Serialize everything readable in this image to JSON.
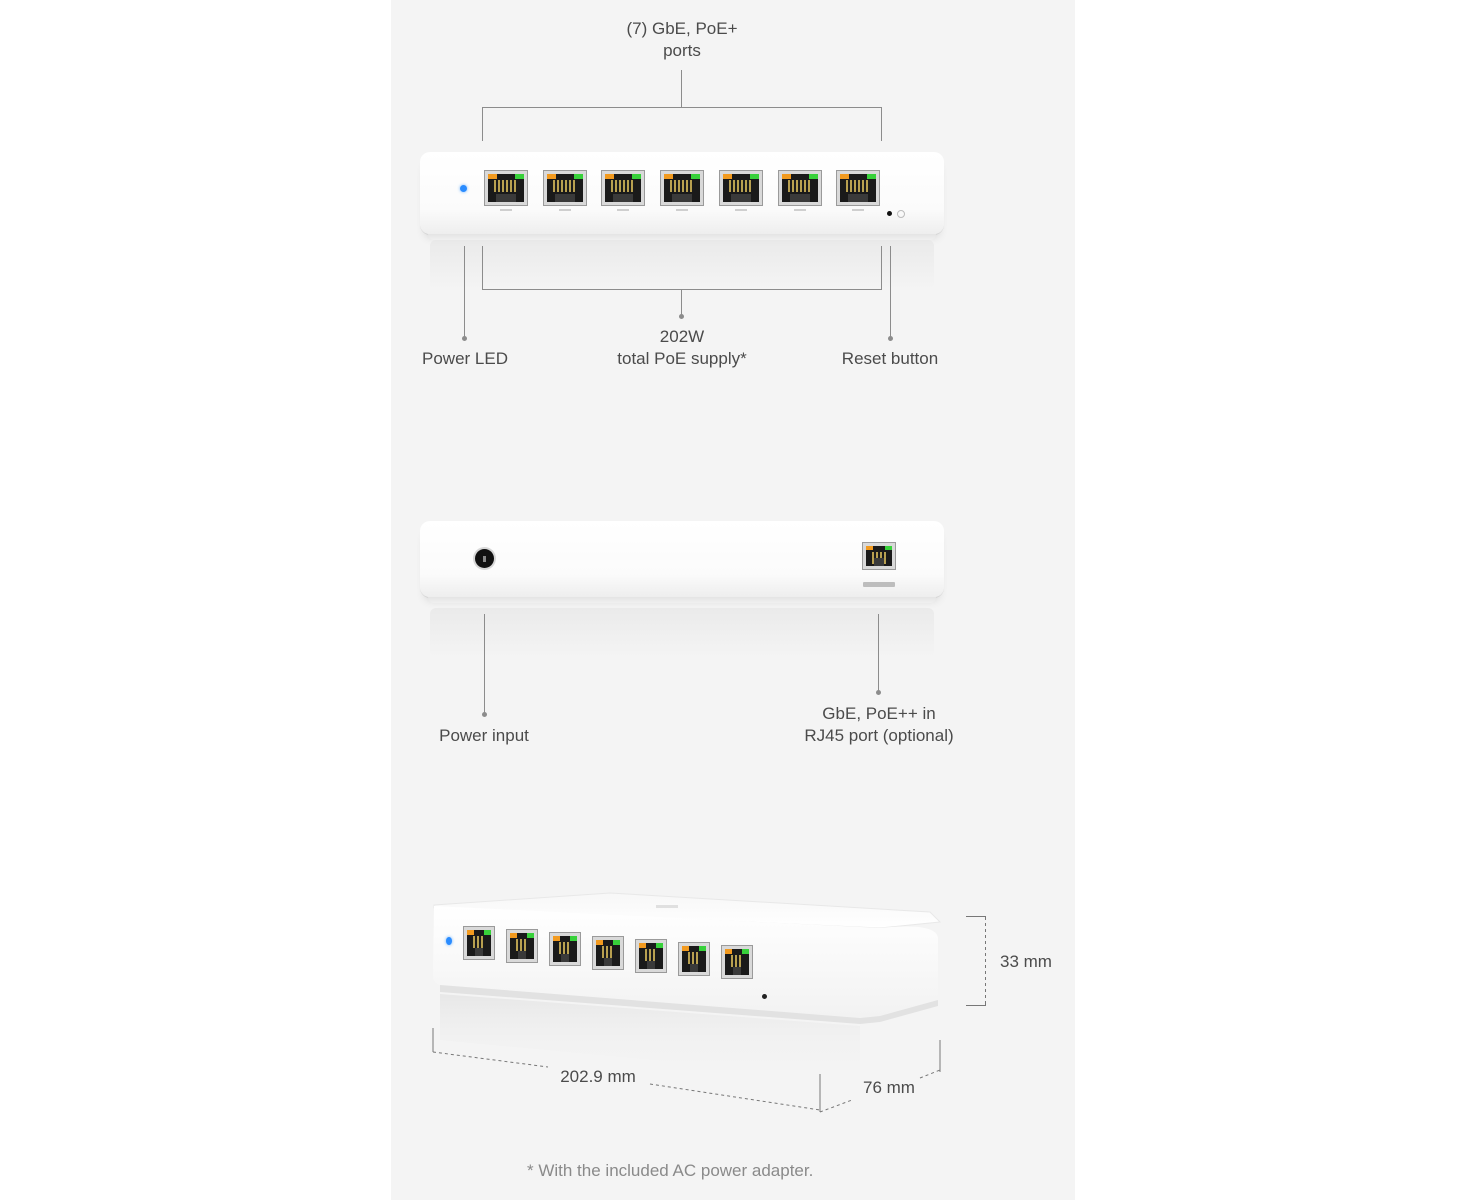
{
  "front_view": {
    "ports_label_line1": "(7) GbE, PoE+",
    "ports_label_line2": "ports",
    "power_led_label": "Power LED",
    "poe_supply_line1": "202W",
    "poe_supply_line2": "total PoE supply*",
    "reset_label": "Reset button",
    "port_count": 7
  },
  "rear_view": {
    "power_input_label": "Power input",
    "uplink_line1": "GbE, PoE++ in",
    "uplink_line2": "RJ45 port (optional)"
  },
  "dimensions": {
    "height": "33 mm",
    "width": "202.9 mm",
    "depth": "76 mm"
  },
  "footnote": "* With the included AC power adapter.",
  "colors": {
    "panel_bg": "#f4f4f4",
    "led_blue": "#2a8cff",
    "port_amber": "#f29a1f",
    "port_green": "#37d13a"
  }
}
